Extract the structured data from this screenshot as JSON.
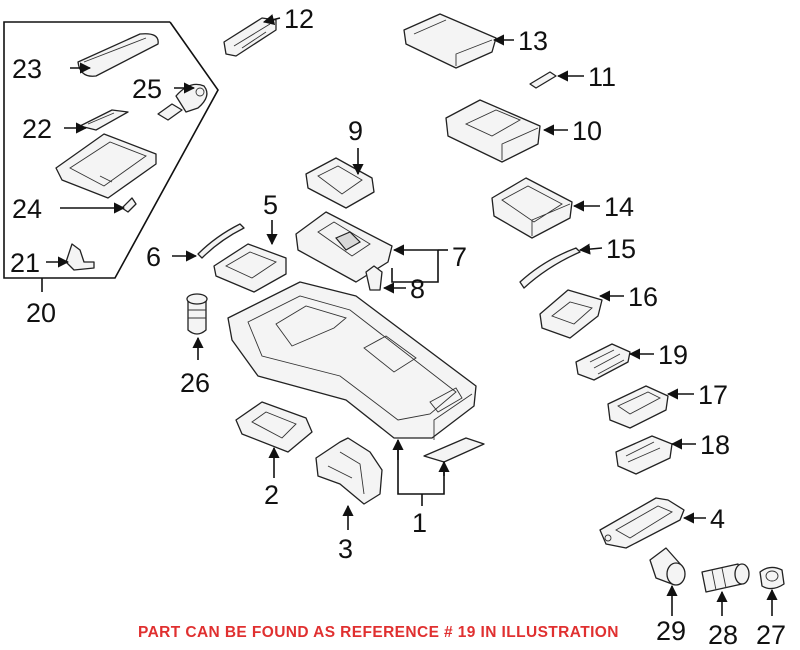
{
  "callouts": [
    "1",
    "2",
    "3",
    "4",
    "5",
    "6",
    "7",
    "8",
    "9",
    "10",
    "11",
    "12",
    "13",
    "14",
    "15",
    "16",
    "17",
    "18",
    "19",
    "20",
    "21",
    "22",
    "23",
    "24",
    "25",
    "26",
    "27",
    "28",
    "29"
  ],
  "note": "PART CAN BE FOUND AS REFERENCE # 19 IN ILLUSTRATION",
  "colors": {
    "line": "#222222",
    "note": "#e03030",
    "background": "#ffffff"
  }
}
